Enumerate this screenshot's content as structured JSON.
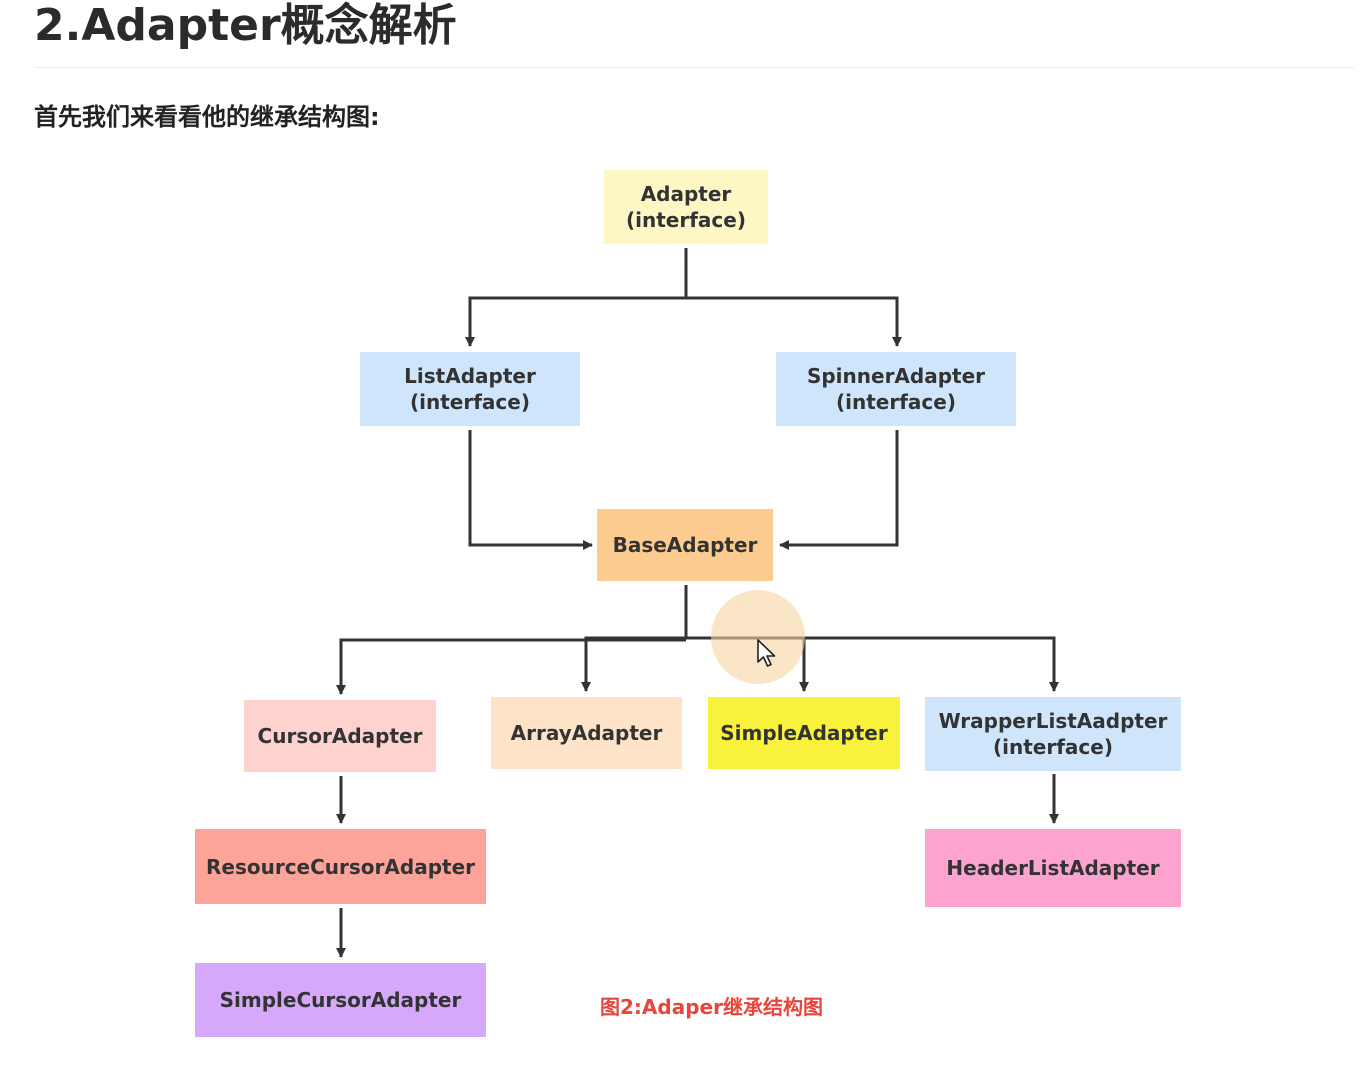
{
  "heading": {
    "title": "2.Adapter概念解析",
    "intro": "首先我们来看看他的继承结构图:"
  },
  "diagram": {
    "nodes": {
      "adapter": {
        "line1": "Adapter",
        "line2": "(interface)",
        "color": "#fdf7c6"
      },
      "list_adapter": {
        "line1": "ListAdapter",
        "line2": "(interface)",
        "color": "#cfe5fc"
      },
      "spinner_adapter": {
        "line1": "SpinnerAdapter",
        "line2": "(interface)",
        "color": "#cfe5fc"
      },
      "base_adapter": {
        "line1": "BaseAdapter",
        "color": "#fccb8f"
      },
      "cursor_adapter": {
        "line1": "CursorAdapter",
        "color": "#fdd2cf"
      },
      "array_adapter": {
        "line1": "ArrayAdapter",
        "color": "#fde4c8"
      },
      "simple_adapter": {
        "line1": "SimpleAdapter",
        "color": "#f9f23d"
      },
      "wrapper_list_adapter": {
        "line1": "WrapperListAadpter",
        "line2": "(interface)",
        "color": "#cfe5fc"
      },
      "resource_cursor_adapter": {
        "line1": "ResourceCursorAdapter",
        "color": "#fca49a"
      },
      "header_list_adapter": {
        "line1": "HeaderListAdapter",
        "color": "#fca3cf"
      },
      "simple_cursor_adapter": {
        "line1": "SimpleCursorAdapter",
        "color": "#d6a8fb"
      }
    },
    "caption": "图2:Adaper继承结构图",
    "edge_color": "#333333",
    "caption_color": "#e8453c"
  }
}
